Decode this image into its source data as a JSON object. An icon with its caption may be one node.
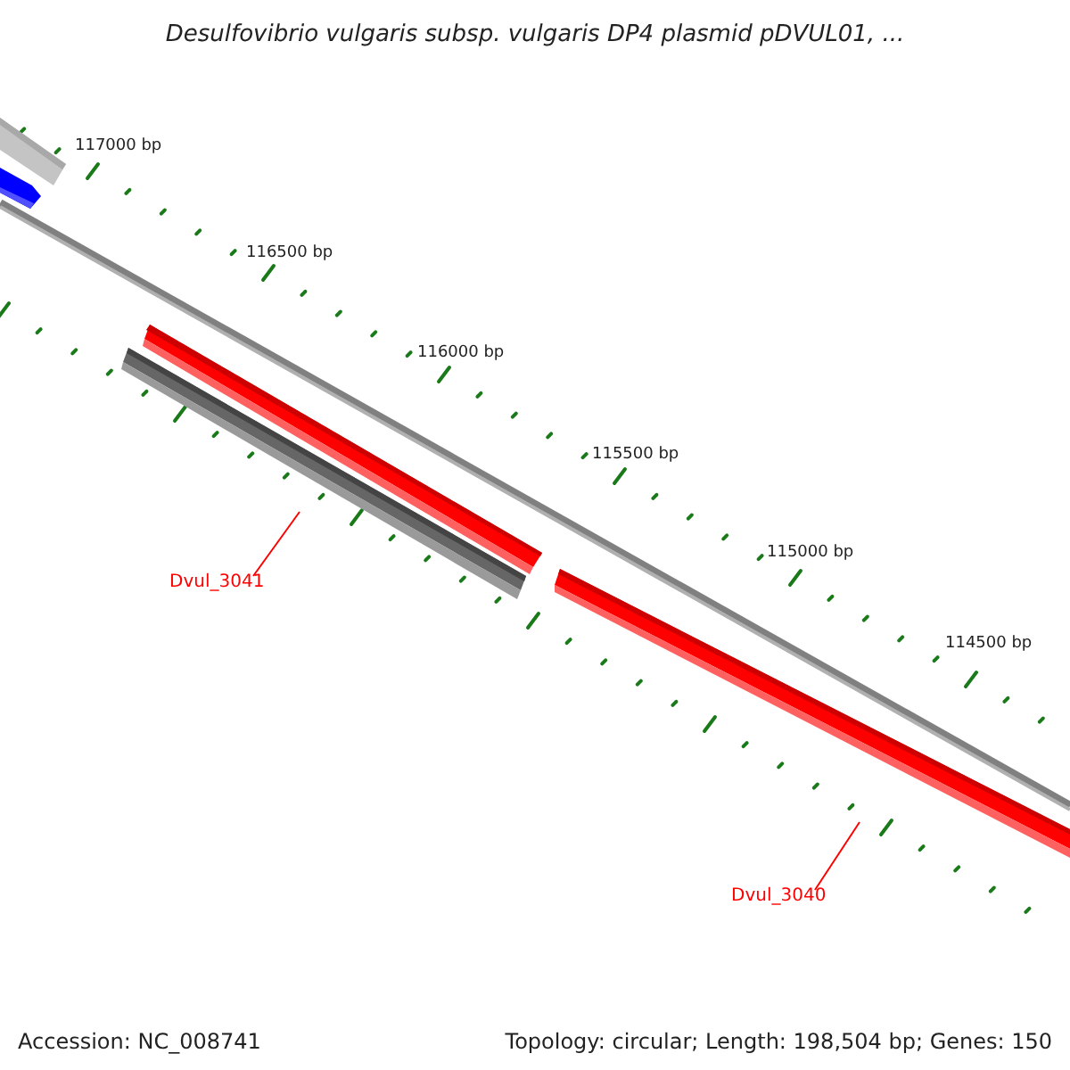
{
  "diagram": {
    "title": "Desulfovibrio vulgaris subsp. vulgaris DP4 plasmid pDVUL01, ...",
    "nodes": [
      {
        "text": [],
        "shape": "bar"
      },
      {
        "text": [],
        "shape": "bar"
      },
      {
        "text": [],
        "shape": "bar"
      },
      {
        "text": [],
        "shape": "bar"
      },
      {
        "text": [],
        "shape": "bar"
      },
      {
        "text": [
          "Dvul_3041"
        ]
      },
      {
        "text": [
          "Dvul_3040"
        ]
      }
    ],
    "edges": [
      {
        "from": 5,
        "to": 2,
        "arrow": "none"
      },
      {
        "from": 6,
        "to": 4,
        "arrow": "none"
      }
    ],
    "labels": [
      "117000 bp",
      "116500 bp",
      "116000 bp",
      "115500 bp",
      "115000 bp",
      "114500 bp",
      "Accession: NC_008741",
      "Topology: circular; Length: 198,504 bp; Genes: 150"
    ]
  }
}
